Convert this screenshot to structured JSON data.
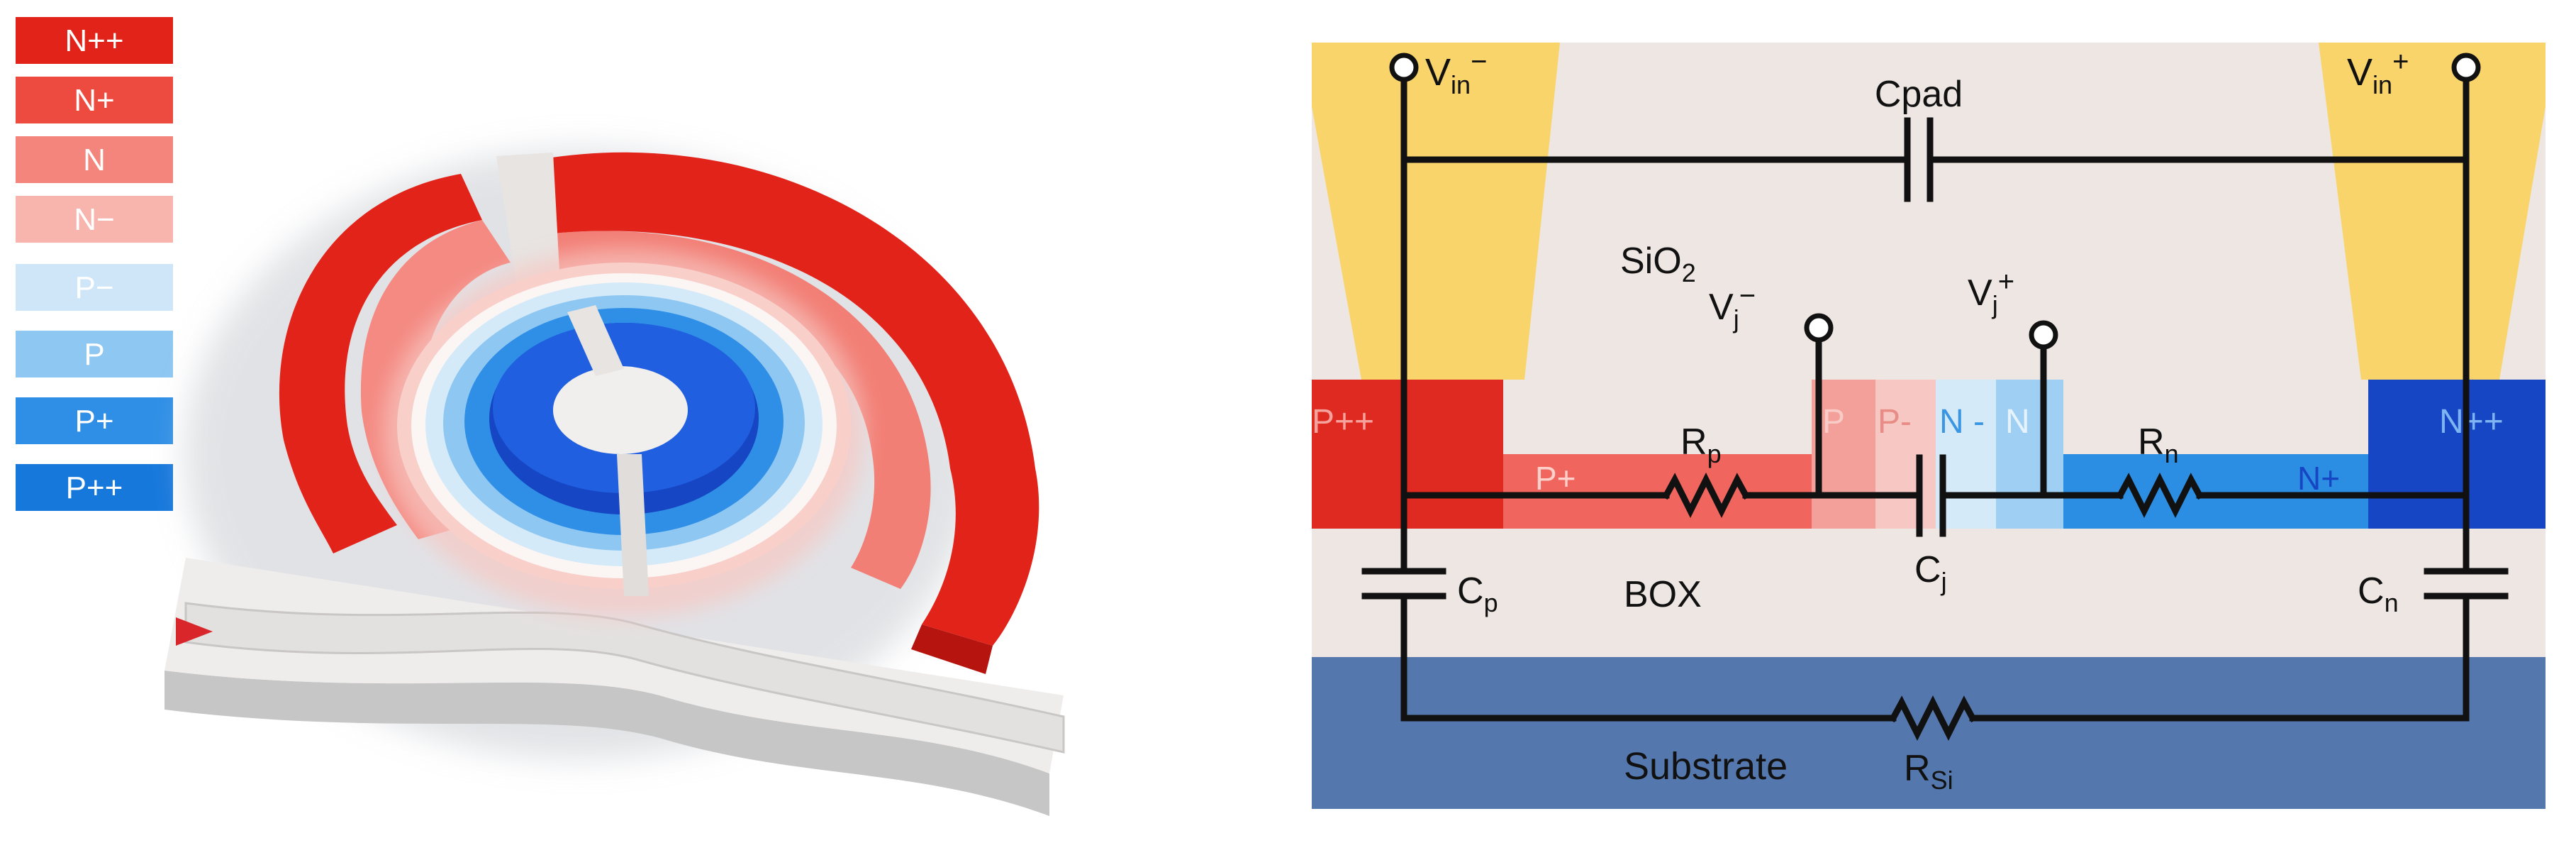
{
  "legend": {
    "items": [
      {
        "label": "N++",
        "color": "#E2231A"
      },
      {
        "label": "N+",
        "color": "#EE4B40"
      },
      {
        "label": "N",
        "color": "#F4857C"
      },
      {
        "label": "N−",
        "color": "#F8B5AE"
      },
      {
        "label": "P−",
        "color": "#CFE6F8"
      },
      {
        "label": "P",
        "color": "#8EC7F2"
      },
      {
        "label": "P+",
        "color": "#2F8FE6"
      },
      {
        "label": "P++",
        "color": "#1778DC"
      }
    ]
  },
  "circuit": {
    "labels": {
      "vin_minus_base": "V",
      "vin_minus_sub": "in",
      "vin_minus_sup": "−",
      "vin_plus_base": "V",
      "vin_plus_sub": "in",
      "vin_plus_sup": "+",
      "cpad": "Cpad",
      "sio2_base": "SiO",
      "sio2_sub": "2",
      "vj_minus_base": "V",
      "vj_minus_sub": "j",
      "vj_minus_sup": "−",
      "vj_plus_base": "V",
      "vj_plus_sub": "j",
      "vj_plus_sup": "+",
      "rp_base": "R",
      "rp_sub": "p",
      "rn_base": "R",
      "rn_sub": "n",
      "cp_base": "C",
      "cp_sub": "p",
      "cn_base": "C",
      "cn_sub": "n",
      "cj_base": "C",
      "cj_sub": "j",
      "box": "BOX",
      "substrate": "Substrate",
      "rsi_base": "R",
      "rsi_sub": "Si"
    },
    "regions": {
      "ppp": "P++",
      "pp": "P+",
      "p": "P",
      "pm": "P-",
      "nm": "N -",
      "n": "N",
      "np": "N+",
      "npp": "N++"
    },
    "colors": {
      "background": "#EDE6E2",
      "substrate": "#5478AE",
      "pad": "#F9D46B",
      "ppp": "#DE2A21",
      "pp": "#F0655D",
      "p": "#F3A09A",
      "pm": "#F6C7C3",
      "nm": "#D4EAF8",
      "n": "#9FD0F3",
      "np": "#2B8EE3",
      "npp": "#1646C4",
      "label_red": "#E23A30",
      "label_blue": "#2B8EE3"
    }
  }
}
